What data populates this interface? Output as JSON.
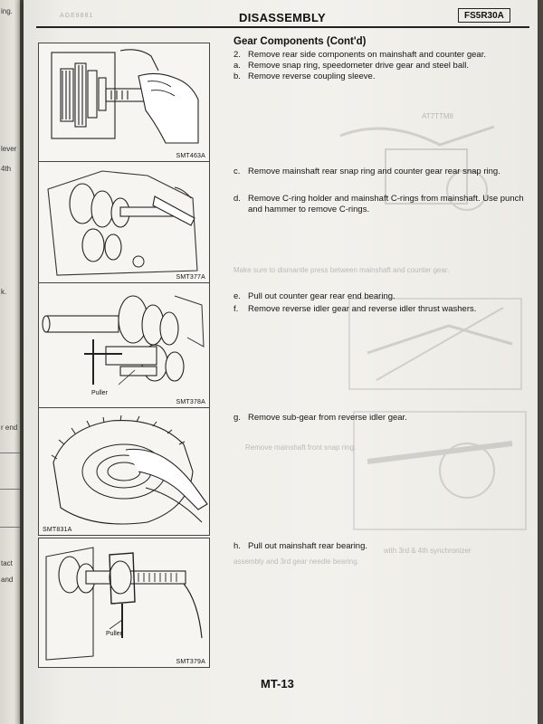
{
  "left_page": {
    "fragments": [
      "ing.",
      "lever",
      "4th",
      "k.",
      "r end",
      "tact",
      "and"
    ]
  },
  "header": {
    "code_stamp": "AGE8881",
    "section_title": "DISASSEMBLY",
    "model_code": "FS5R30A"
  },
  "sub_heading": "Gear Components (Cont'd)",
  "steps": [
    {
      "num": "2.",
      "text": "Remove rear side components on mainshaft and counter gear."
    },
    {
      "num": "a.",
      "text": "Remove snap ring, speedometer drive gear and steel ball."
    },
    {
      "num": "b.",
      "text": "Remove reverse coupling sleeve."
    },
    {
      "num": "c.",
      "text": "Remove mainshaft rear snap ring and counter gear rear snap ring."
    },
    {
      "num": "d.",
      "text": "Remove C-ring holder and mainshaft C-rings from mainshaft. Use punch and hammer to remove C-rings."
    },
    {
      "num": "e.",
      "text": "Pull out counter gear rear end bearing."
    },
    {
      "num": "f.",
      "text": "Remove reverse idler gear and reverse idler thrust washers."
    },
    {
      "num": "g.",
      "text": "Remove sub-gear from reverse idler gear."
    },
    {
      "num": "h.",
      "text": "Pull out mainshaft rear bearing."
    }
  ],
  "figures": [
    {
      "label": "SMT463A"
    },
    {
      "label": "SMT377A"
    },
    {
      "label": "SMT378A",
      "callout": "Puller"
    },
    {
      "label": "SMT831A"
    },
    {
      "label": "SMT379A",
      "callout": "Puller"
    }
  ],
  "show_through": {
    "fig_label": "AT7TTM8",
    "lines": [
      "Make sure to dismantle press between mainshaft and counter gear.",
      "with 3rd & 4th synchronizer",
      "assembly and 3rd gear needle bearing.",
      "Remove mainshaft front snap ring."
    ]
  },
  "page_number": "MT-13"
}
